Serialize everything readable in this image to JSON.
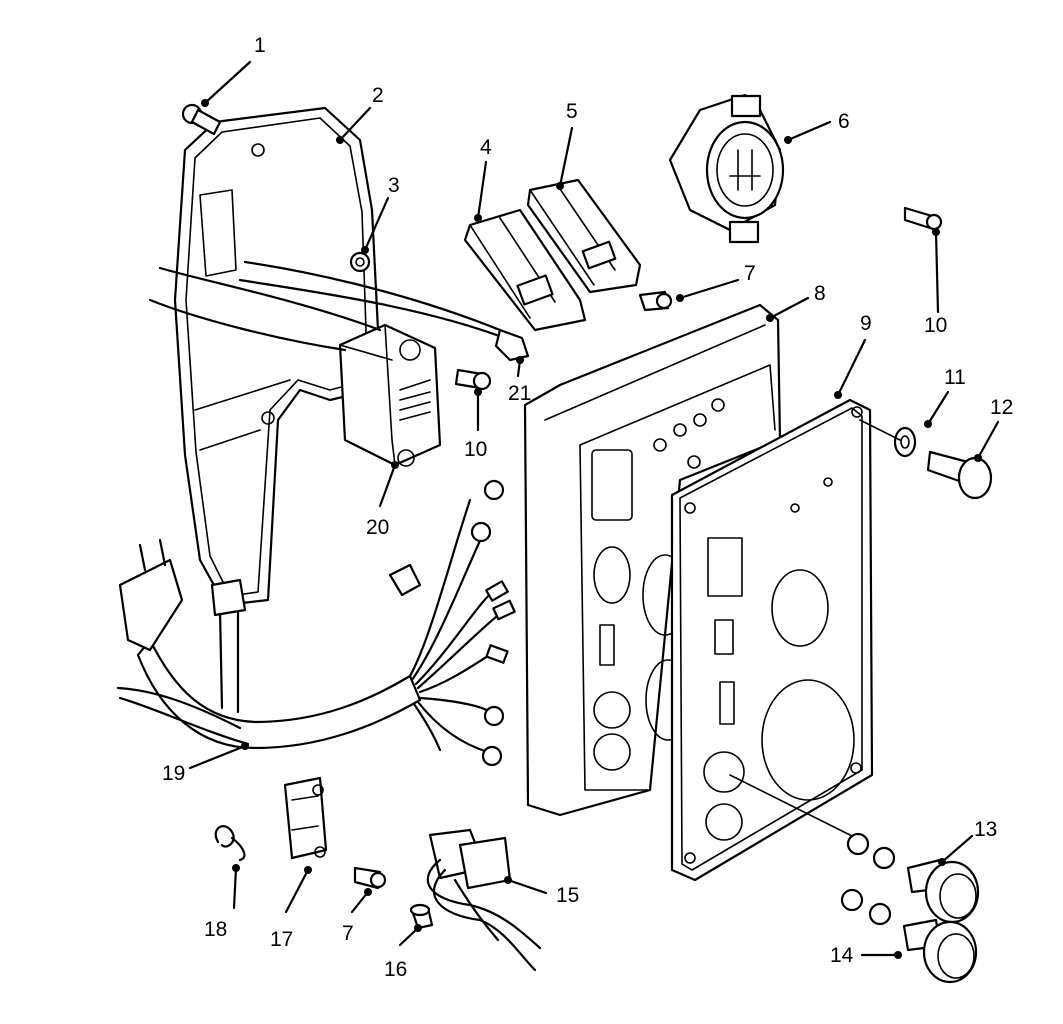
{
  "diagram": {
    "callouts": [
      {
        "id": "c1",
        "label": "1"
      },
      {
        "id": "c2",
        "label": "2"
      },
      {
        "id": "c3",
        "label": "3"
      },
      {
        "id": "c4",
        "label": "4"
      },
      {
        "id": "c5",
        "label": "5"
      },
      {
        "id": "c6",
        "label": "6"
      },
      {
        "id": "c7a",
        "label": "7"
      },
      {
        "id": "c7b",
        "label": "7"
      },
      {
        "id": "c8",
        "label": "8"
      },
      {
        "id": "c9",
        "label": "9"
      },
      {
        "id": "c10a",
        "label": "10"
      },
      {
        "id": "c10b",
        "label": "10"
      },
      {
        "id": "c11",
        "label": "11"
      },
      {
        "id": "c12",
        "label": "12"
      },
      {
        "id": "c13",
        "label": "13"
      },
      {
        "id": "c14",
        "label": "14"
      },
      {
        "id": "c15",
        "label": "15"
      },
      {
        "id": "c16",
        "label": "16"
      },
      {
        "id": "c17",
        "label": "17"
      },
      {
        "id": "c18",
        "label": "18"
      },
      {
        "id": "c19",
        "label": "19"
      },
      {
        "id": "c20",
        "label": "20"
      },
      {
        "id": "c21",
        "label": "21"
      }
    ]
  }
}
